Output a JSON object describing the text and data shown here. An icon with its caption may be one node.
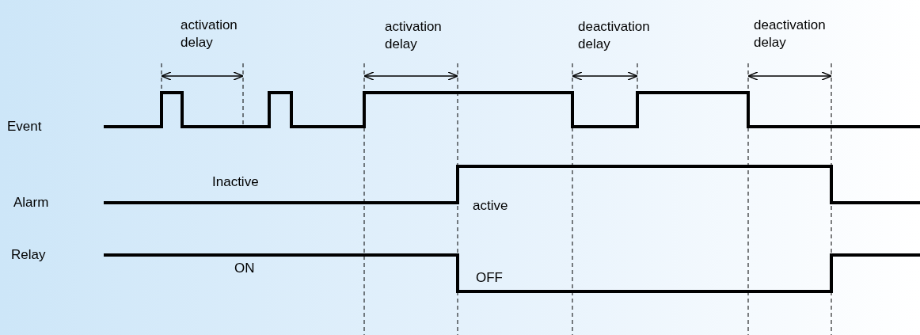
{
  "diagram": {
    "labels": [
      "activation delay",
      "activation delay",
      "deactivation delay",
      "deactivation delay",
      "Event",
      "Alarm",
      "Relay",
      "Inactive",
      "active",
      "ON",
      "OFF"
    ]
  }
}
